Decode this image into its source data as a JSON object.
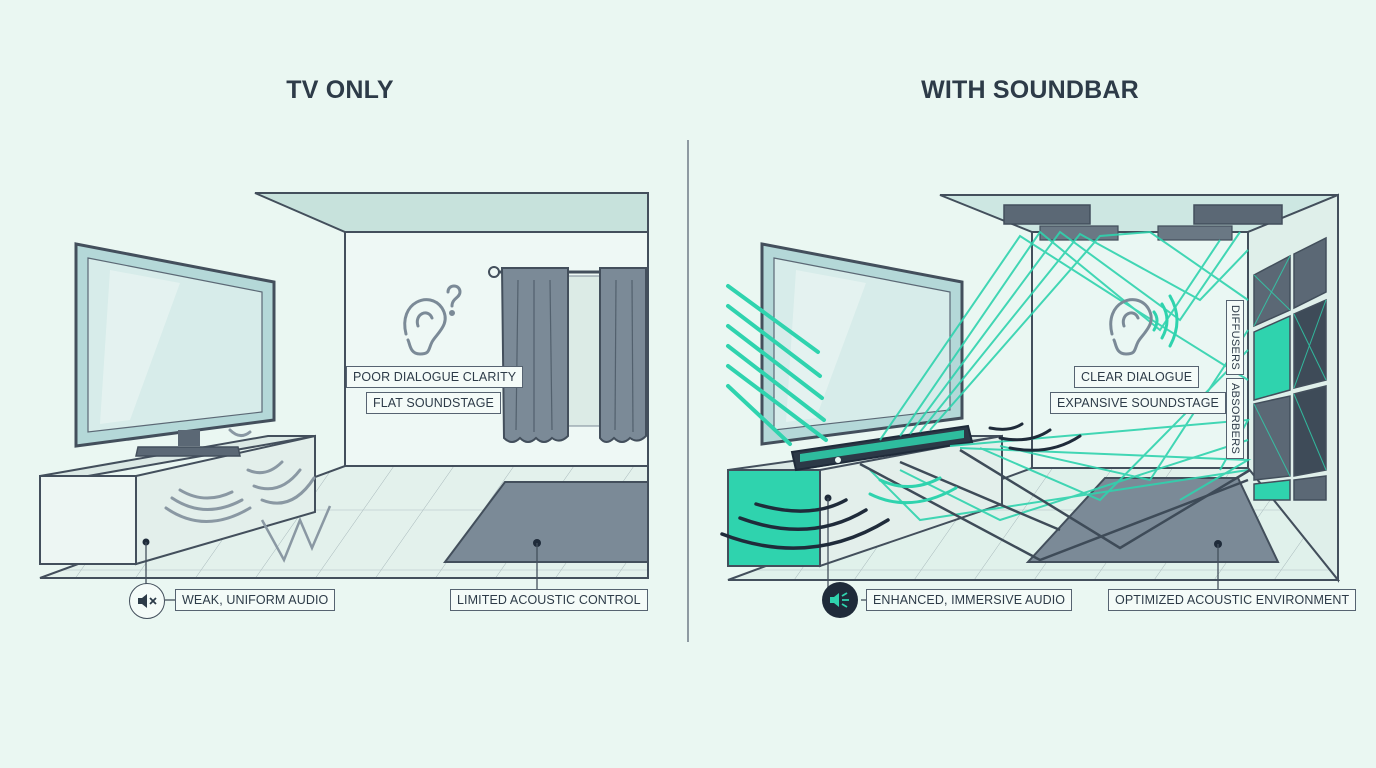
{
  "left": {
    "title": "TV ONLY",
    "labels": {
      "dialogue": "POOR DIALOGUE CLARITY",
      "soundstage": "FLAT SOUNDSTAGE",
      "audio": "WEAK, UNIFORM AUDIO",
      "acoustic": "LIMITED ACOUSTIC CONTROL"
    }
  },
  "right": {
    "title": "WITH SOUNDBAR",
    "labels": {
      "dialogue": "CLEAR DIALOGUE",
      "soundstage": "EXPANSIVE SOUNDSTAGE",
      "audio": "ENHANCED, IMMERSIVE AUDIO",
      "acoustic": "OPTIMIZED ACOUSTIC ENVIRONMENT",
      "diffusers": "DIFFUSERS",
      "absorbers": "ABSORBERS"
    }
  },
  "colors": {
    "background": "#eaf7f2",
    "line": "#434f5c",
    "accent": "#2fd3ae",
    "dark": "#1f2b3a"
  },
  "icons": {
    "ear_question": "ear-question-icon",
    "ear_sound": "ear-sound-icon",
    "speaker_muted": "speaker-muted-icon",
    "speaker_loud": "speaker-loud-icon"
  }
}
